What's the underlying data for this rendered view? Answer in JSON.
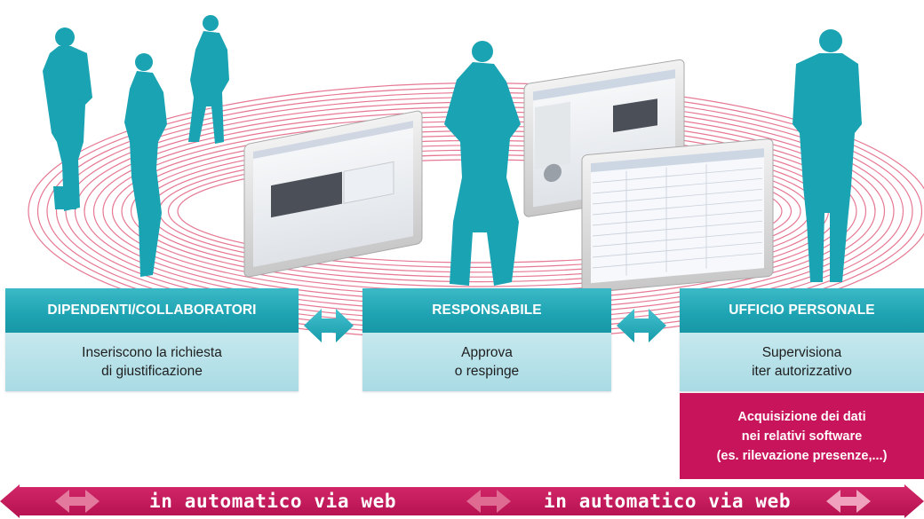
{
  "colors": {
    "teal": "#1ea3b2",
    "teal_light": "#b7e1e9",
    "magenta": "#c8145a",
    "pink_rings": "#e67893",
    "silhouette": "#1aa3b2"
  },
  "boxes": [
    {
      "title": "DIPENDENTI/COLLABORATORI",
      "lines": [
        "Inseriscono la richiesta",
        "di giustificazione"
      ]
    },
    {
      "title": "RESPONSABILE",
      "lines": [
        "Approva",
        "o respinge"
      ]
    },
    {
      "title": "UFFICIO PERSONALE",
      "lines": [
        "Supervisiona",
        "iter autorizzativo"
      ]
    }
  ],
  "acquisition": {
    "lines": [
      "Acquisizione dei dati",
      "nei relativi software",
      "(es. rilevazione presenze,...)"
    ]
  },
  "bottom_bar": {
    "labels": [
      "in automatico via web",
      "in automatico via web"
    ]
  },
  "icons": [
    "double-arrow-icon",
    "person-silhouette",
    "monitor-screen"
  ]
}
